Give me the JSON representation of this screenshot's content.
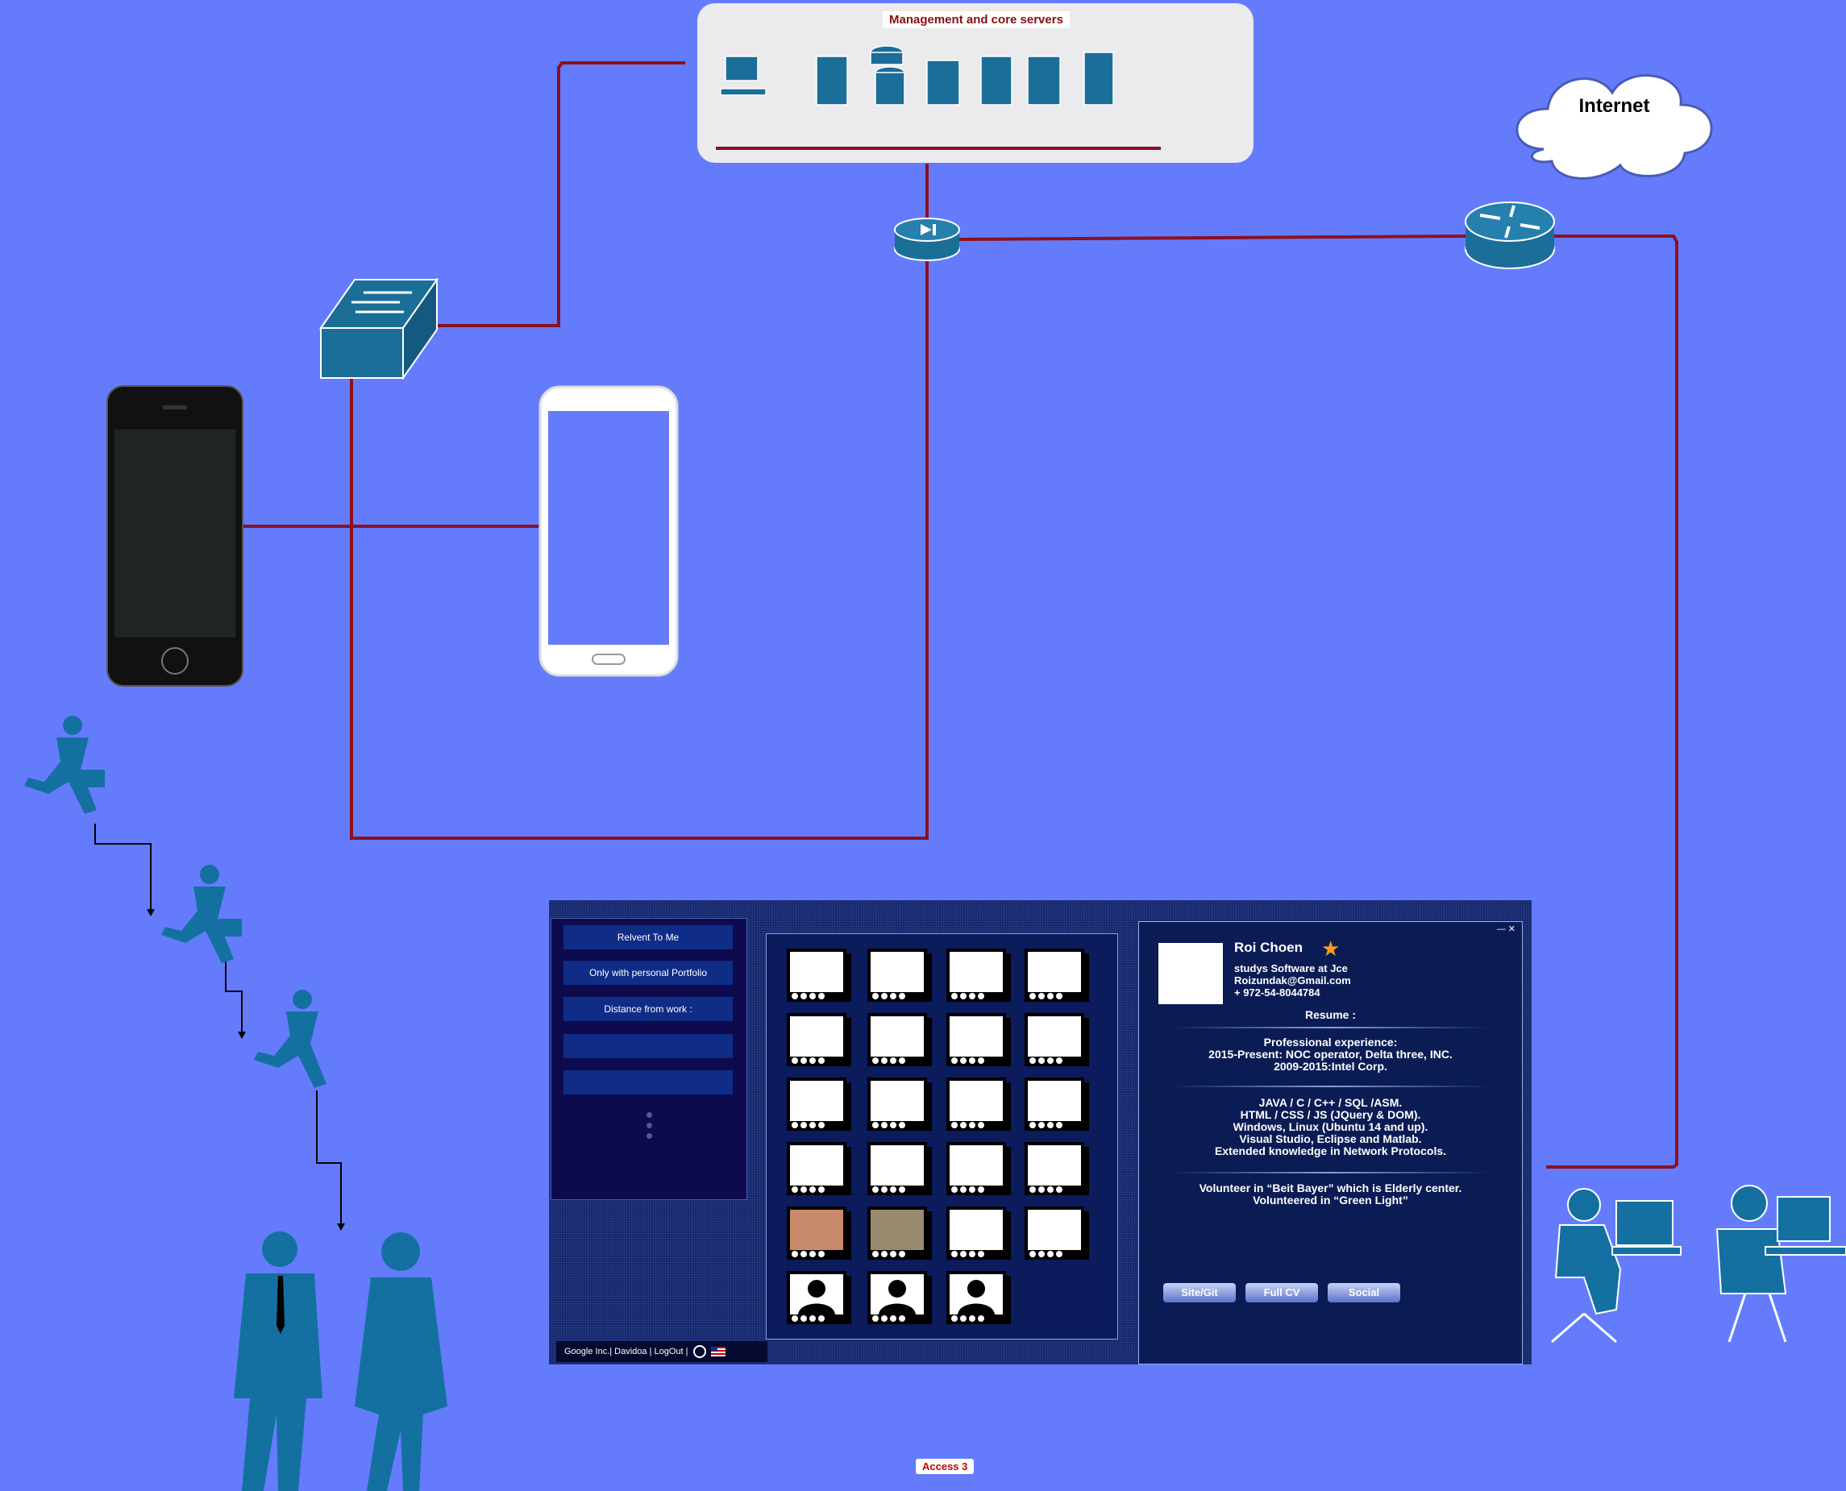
{
  "diagram": {
    "management_label": "Management and core servers",
    "internet_label": "Internet",
    "access_label": "Access 3"
  },
  "app_panel": {
    "filters": {
      "relevant": "Relvent To Me",
      "portfolio": "Only with personal Portfolio",
      "distance": "Distance from work :"
    },
    "footer": "Google Inc.| Davidoa | LogOut |",
    "profile": {
      "name": "Roi Choen",
      "study": "studys Software at Jce",
      "email": "Roizundak@Gmail.com",
      "phone": "+ 972-54-8044784",
      "resume_heading": "Resume :",
      "experience": [
        "Professional  experience:",
        "2015-Present: NOC operator, Delta three, INC.",
        "2009-2015:Intel Corp."
      ],
      "skills": [
        "JAVA / C / C++ / SQL /ASM.",
        "HTML / CSS / JS (JQuery & DOM).",
        "Windows, Linux (Ubuntu 14 and up).",
        "Visual Studio, Eclipse and Matlab.",
        "Extended knowledge in Network Protocols."
      ],
      "volunteer": [
        "Volunteer in “Beit Bayer” which is Elderly center.",
        "Volunteered  in “Green Light”"
      ],
      "buttons": [
        "Site/Git",
        "Full CV",
        "Social"
      ]
    },
    "window_controls": "— ✕"
  }
}
